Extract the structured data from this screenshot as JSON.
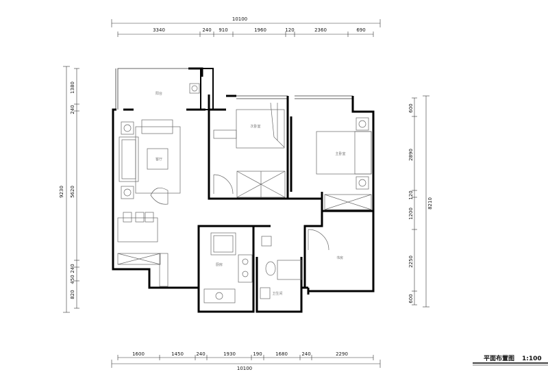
{
  "dimensions": {
    "top_total": "10100",
    "top_segments": [
      "3340",
      "240",
      "910",
      "1960",
      "120",
      "2360",
      "690"
    ],
    "bottom_total": "10100",
    "bottom_segments": [
      "1600",
      "1450",
      "240",
      "1930",
      "190",
      "1680",
      "240",
      "2290"
    ],
    "left_total": "9230",
    "left_segments": [
      "1380",
      "240",
      "5620",
      "240",
      "450",
      "820"
    ],
    "right_total": "8210",
    "right_segments": [
      "600",
      "2890",
      "120",
      "1200",
      "2250",
      "600"
    ]
  },
  "rooms": {
    "balcony": "阳台",
    "living": "客厅",
    "second_bedroom": "次卧室",
    "master_bedroom": "主卧室",
    "kitchen": "厨房",
    "study": "书房",
    "bathroom": "卫生间"
  },
  "footer": {
    "title": "平面布置图",
    "scale": "1:100"
  }
}
